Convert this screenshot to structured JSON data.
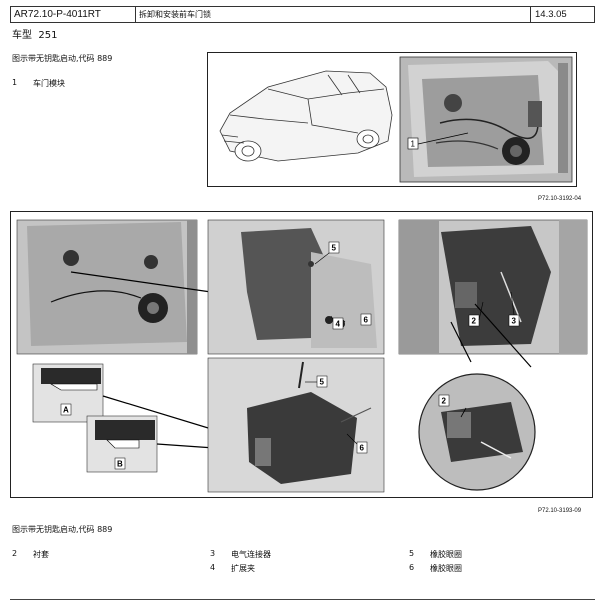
{
  "header": {
    "doc_code": "AR72.10-P-4011RT",
    "title": "拆卸和安装前车门锁",
    "date": "14.3.05"
  },
  "model": {
    "label": "车型",
    "value": "251"
  },
  "section1": {
    "caption": "图示带无钥匙启动,代码 889",
    "legend": [
      {
        "num": "1",
        "text": "车门模块"
      }
    ],
    "figure_ref": "P72.10-3192-04",
    "callouts": [
      "1"
    ]
  },
  "section2": {
    "caption": "图示带无钥匙启动,代码 889",
    "figure_ref": "P72.10-3193-09",
    "callouts": [
      "2",
      "3",
      "4",
      "5",
      "6",
      "A",
      "B"
    ],
    "legend": [
      {
        "num": "2",
        "text": "衬套"
      },
      {
        "num": "3",
        "text": "电气连接器"
      },
      {
        "num": "4",
        "text": "扩展夹"
      },
      {
        "num": "5",
        "text": "橡胶眼圈"
      },
      {
        "num": "6",
        "text": "橡胶眼圈"
      }
    ]
  }
}
